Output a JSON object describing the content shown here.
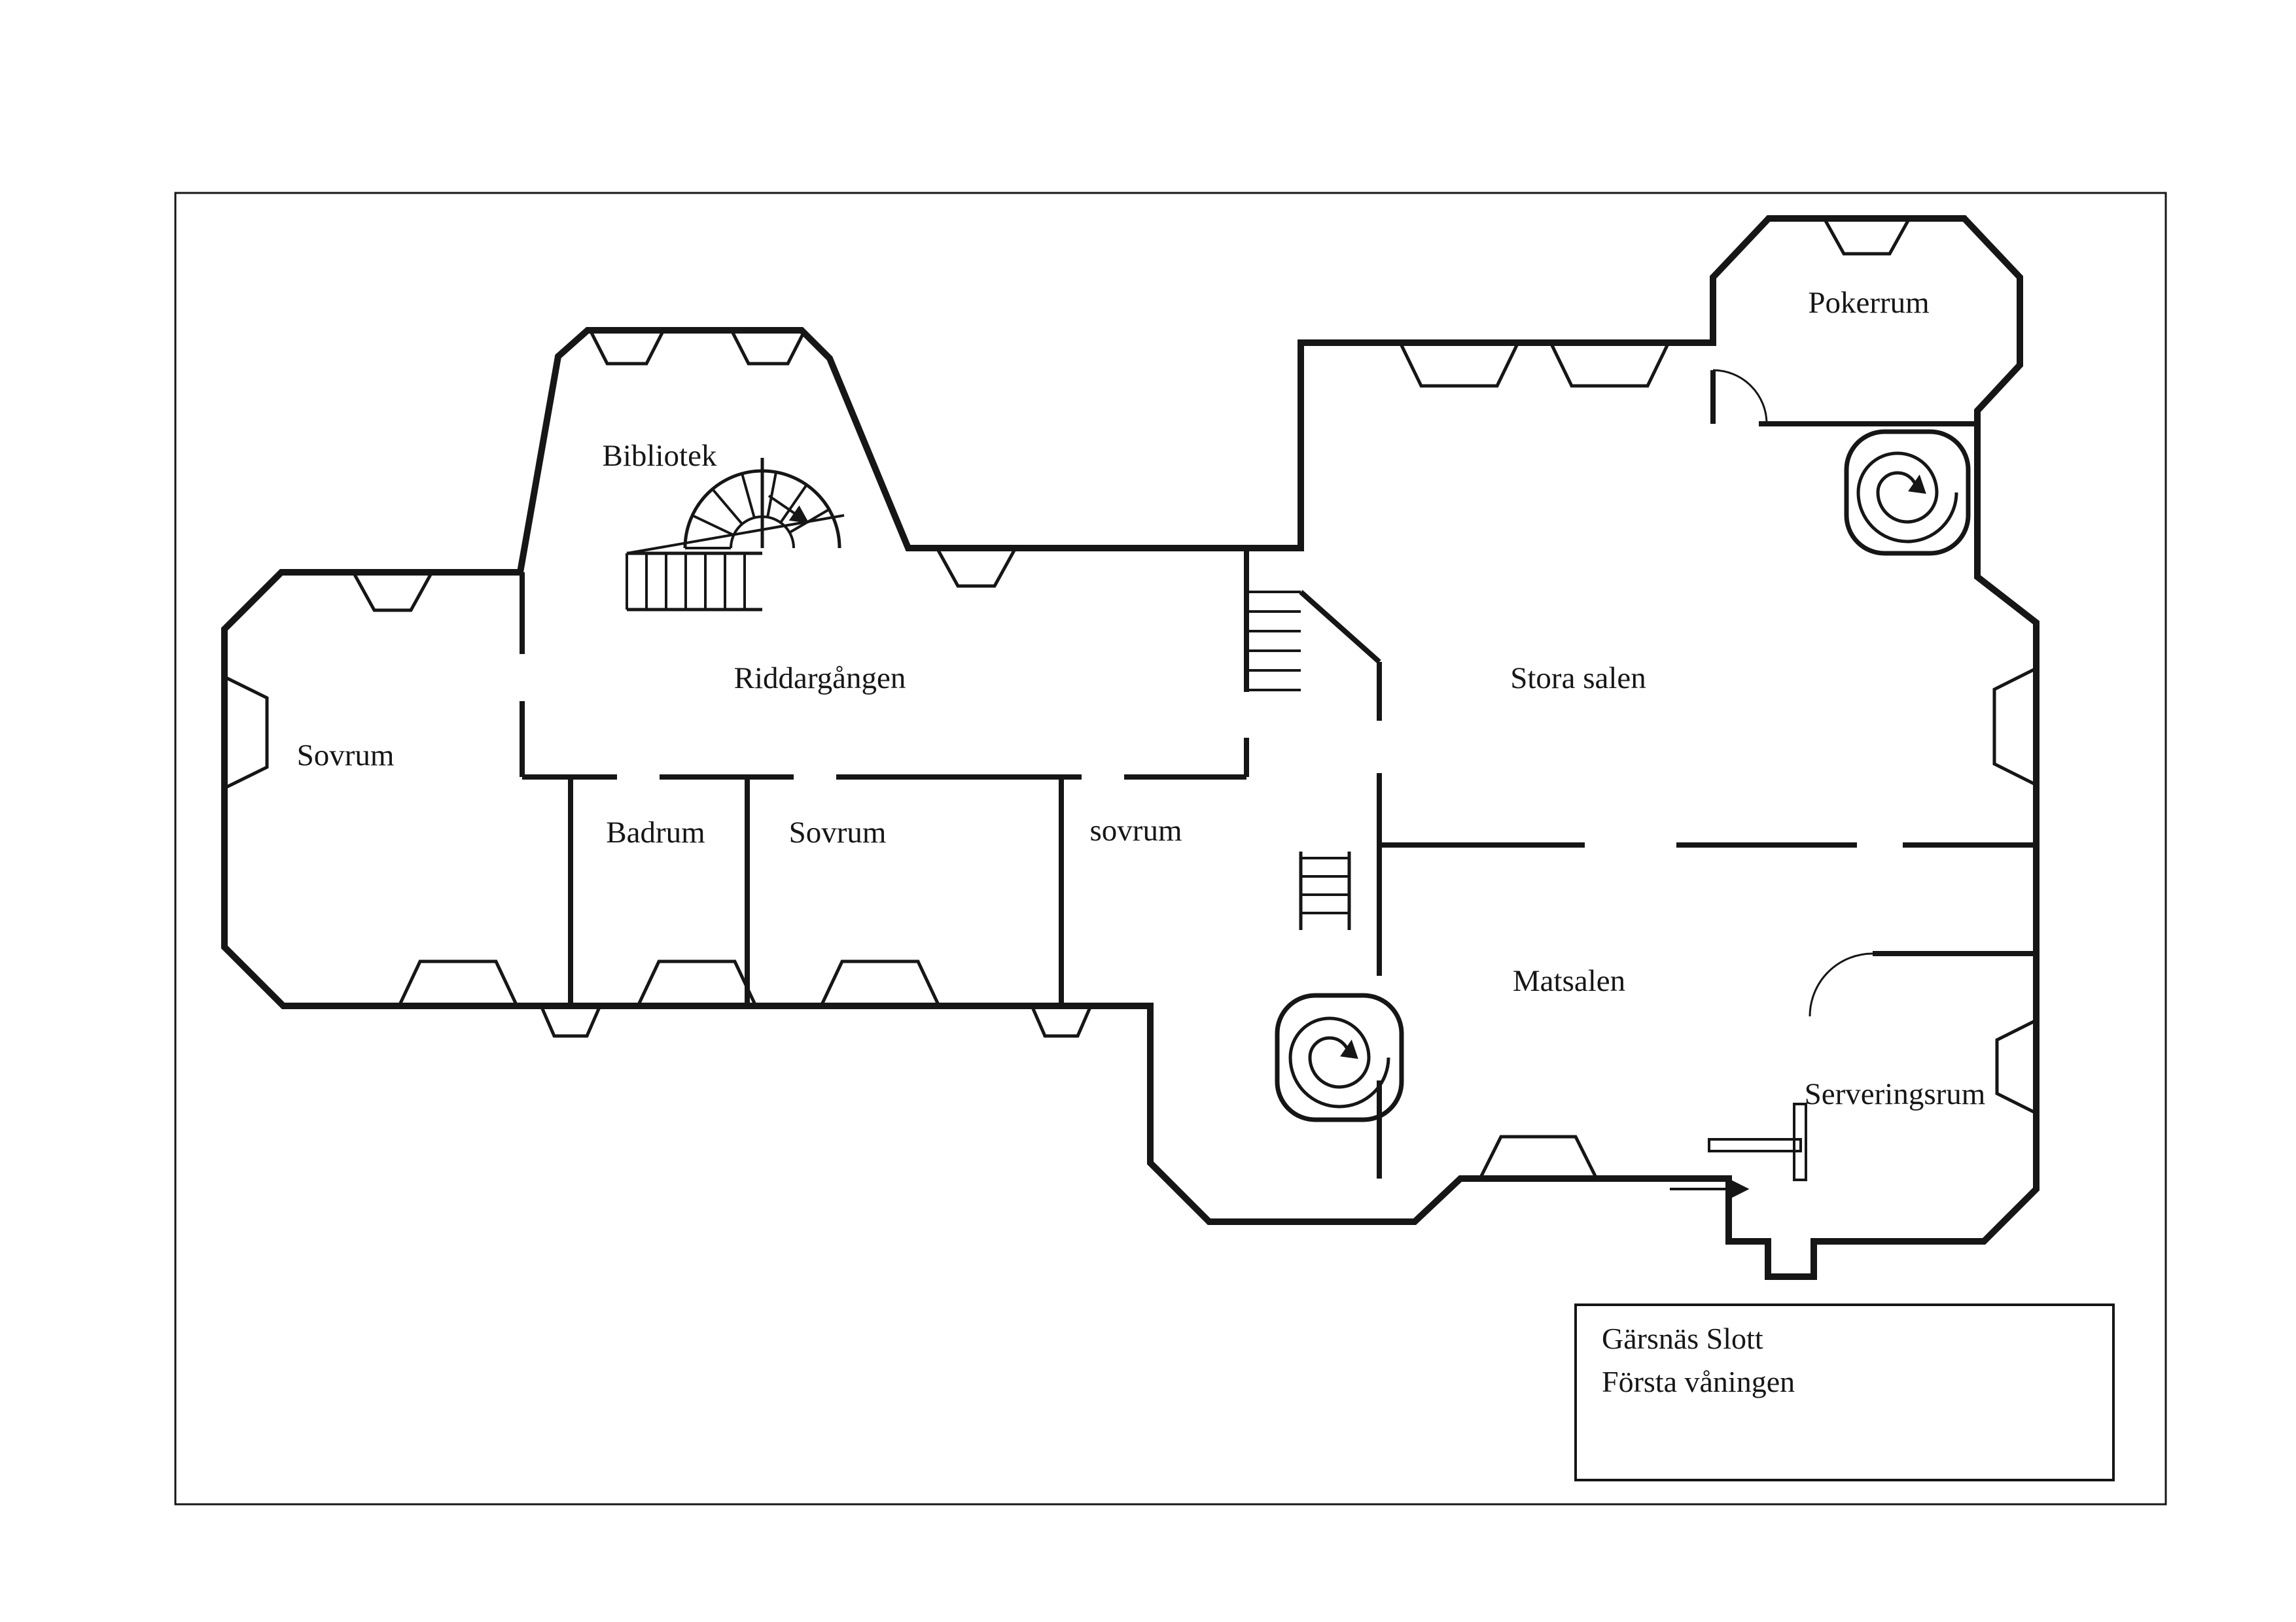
{
  "rooms": {
    "bibliotek": "Bibliotek",
    "pokerrum": "Pokerrum",
    "stora_salen": "Stora salen",
    "sovrum_left": "Sovrum",
    "riddargangen": "Riddargången",
    "badrum": "Badrum",
    "sovrum_mid": "Sovrum",
    "sovrum_small": "sovrum",
    "matsalen": "Matsalen",
    "serveringsrum": "Serveringsrum"
  },
  "title_box": {
    "line1": "Gärsnäs Slott",
    "line2": "Första våningen"
  },
  "colors": {
    "ink": "#161616",
    "paper": "#ffffff"
  }
}
